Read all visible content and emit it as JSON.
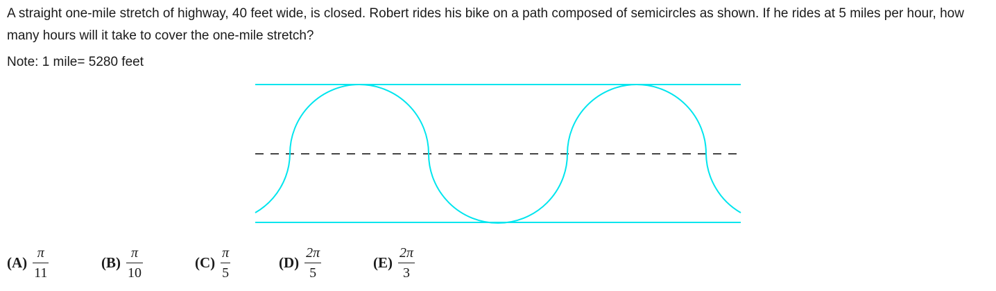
{
  "problem": {
    "text": "A straight one-mile stretch of highway, 40 feet wide, is closed. Robert rides his bike on a path composed of semicircles as shown. If he rides at 5 miles per hour, how many hours will it take to cover the one-mile stretch?",
    "note": "Note: 1 mile= 5280 feet"
  },
  "figure": {
    "path_color": "#00e5ee",
    "centerline_color": "#444444"
  },
  "choices": [
    {
      "letter": "(A)",
      "numerator": "π",
      "denominator": "11"
    },
    {
      "letter": "(B)",
      "numerator": "π",
      "denominator": "10"
    },
    {
      "letter": "(C)",
      "numerator": "π",
      "denominator": "5"
    },
    {
      "letter": "(D)",
      "numerator": "2π",
      "denominator": "5"
    },
    {
      "letter": "(E)",
      "numerator": "2π",
      "denominator": "3"
    }
  ]
}
